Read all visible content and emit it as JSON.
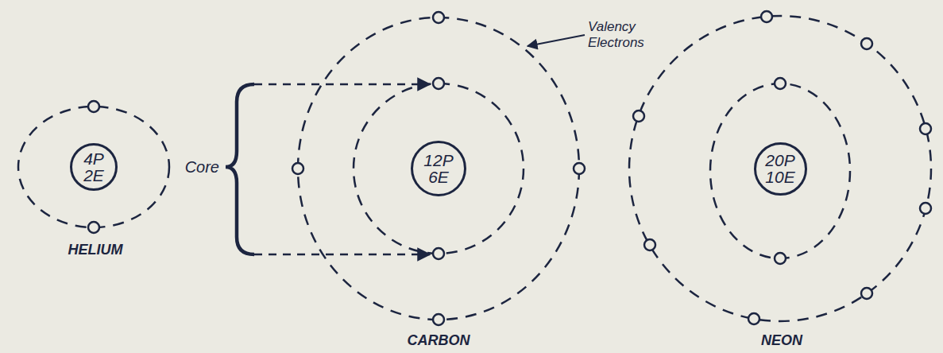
{
  "diagram": {
    "nodes": [
      {
        "text": [
          "4P",
          "2E"
        ]
      },
      {
        "text": [
          "12P",
          "6E"
        ]
      },
      {
        "text": [
          "20P",
          "10E"
        ]
      }
    ],
    "labels": [
      "HELIUM",
      "Core",
      "Valency Electrons",
      "CARBON",
      "NEON"
    ]
  }
}
